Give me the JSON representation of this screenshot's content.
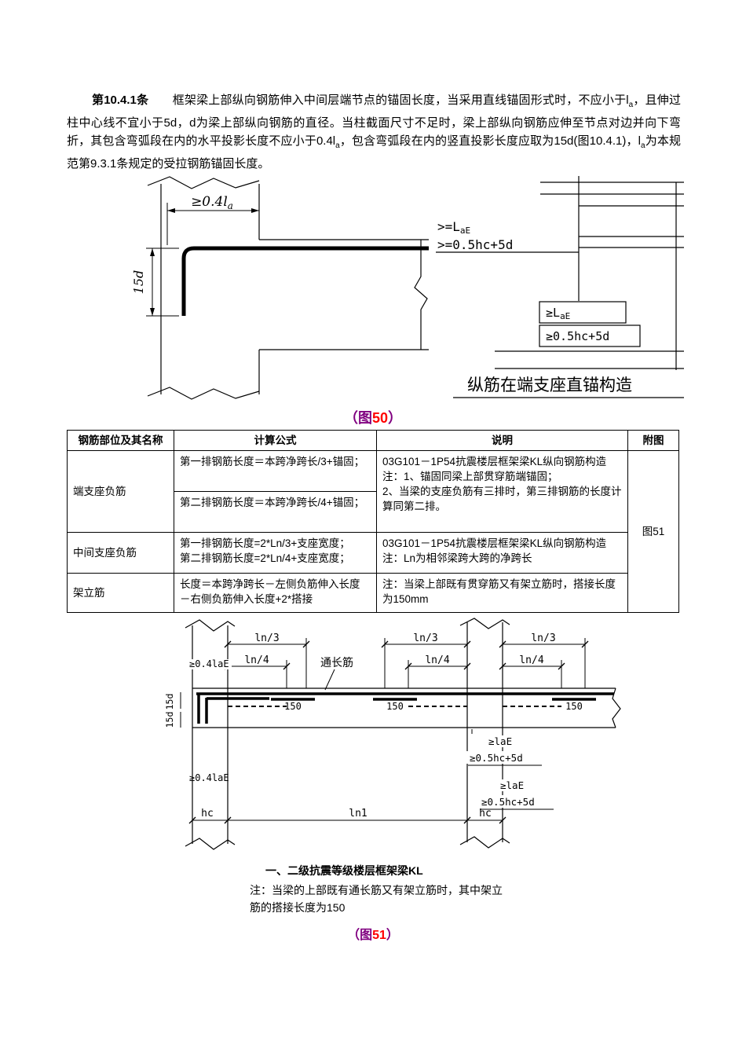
{
  "colors": {
    "caption_purple": "#800080",
    "caption_red": "#ff0000"
  },
  "intro": {
    "clause": "第10.4.1条",
    "seg1": "　　框架梁上部纵向钢筋伸入中间层端节点的锚固长度，当采用直线锚固形式时，不应小于l",
    "sub1": "a",
    "seg2": "，且伸过柱中心线不宜小于5d，d为梁上部纵向钢筋的直径。当柱截面尺寸不足时，梁上部纵向钢筋应伸至节点对边并向下弯折，其包含弯弧段在内的水平投影长度不应小于0.4l",
    "sub2": "a",
    "seg3": "，包含弯弧段在内的竖直投影长度应取为15d(图10.4.1)，l",
    "sub3": "a",
    "seg4": "为本规范第9.3.1条规定的受拉钢筋锚固长度。"
  },
  "fig50": {
    "left": {
      "dim_top": "≥0.4l",
      "dim_top_sub": "a",
      "dim_left": "15d"
    },
    "right": {
      "anchor1": ">=L",
      "anchor1_sub": "aE",
      "anchor2": ">=0.5hc+5d",
      "box1": "≥L",
      "box1_sub": "aE",
      "box2": "≥0.5hc+5d",
      "title": "纵筋在端支座直锚构造"
    },
    "cap_open": "（图",
    "cap_num": "50",
    "cap_close": "）"
  },
  "table": {
    "headers": {
      "col1": "钢筋部位及其名称",
      "col2": "计算公式",
      "col3": "说明",
      "col4": "附图"
    },
    "row1": {
      "name": "端支座负筋",
      "formula_a": "第一排钢筋长度＝本跨净跨长/3+锚固；",
      "formula_b": "第二排钢筋长度＝本跨净跨长/4+锚固；",
      "desc": "03G101－1P54抗震楼层框架梁KL纵向钢筋构造\n注：1、锚固同梁上部贯穿筋端锚固；\n2、当梁的支座负筋有三排时，第三排钢筋的长度计算同第二排。",
      "figref": "图51"
    },
    "row2": {
      "name": "中间支座负筋",
      "formula": "第一排钢筋长度=2*Ln/3+支座宽度；\n第二排钢筋长度=2*Ln/4+支座宽度；",
      "desc": "03G101－1P54抗震楼层框架梁KL纵向钢筋构造\n注：Ln为相邻梁跨大跨的净跨长"
    },
    "row3": {
      "name": "架立筋",
      "formula": "长度＝本跨净跨长－左侧负筋伸入长度\n－右侧负筋伸入长度+2*搭接",
      "desc": "注：当梁上部既有贯穿筋又有架立筋时，搭接长度为150mm"
    }
  },
  "fig51": {
    "dims": {
      "ln3_left": "ln/3",
      "ln3_mid": "ln/3",
      "ln3_right": "ln/3",
      "ln4_left": "ln/4",
      "ln4_mid": "ln/4",
      "ln4_right": "ln/4",
      "tongchangjin": "通长筋",
      "anchor_left_top": "≥0.4laE",
      "anchor_left_bottom": "≥0.4laE",
      "bend_top": "15d",
      "bend_bottom": "15d",
      "lap1": "150",
      "lap2": "150",
      "lap3": "150",
      "right1a": "≥laE",
      "right1b": "≥0.5hc+5d",
      "right2a": "≥laE",
      "right2b": "≥0.5hc+5d",
      "hc_left": "hc",
      "ln1": "ln1",
      "hc_right": "hc"
    },
    "caption": "一、二级抗震等级楼层框架梁KL",
    "note_line1": "注：当梁的上部既有通长筋又有架立筋时，其中架立",
    "note_line2": "筋的搭接长度为150",
    "cap_open": "（图",
    "cap_num": "51",
    "cap_close": "）"
  }
}
